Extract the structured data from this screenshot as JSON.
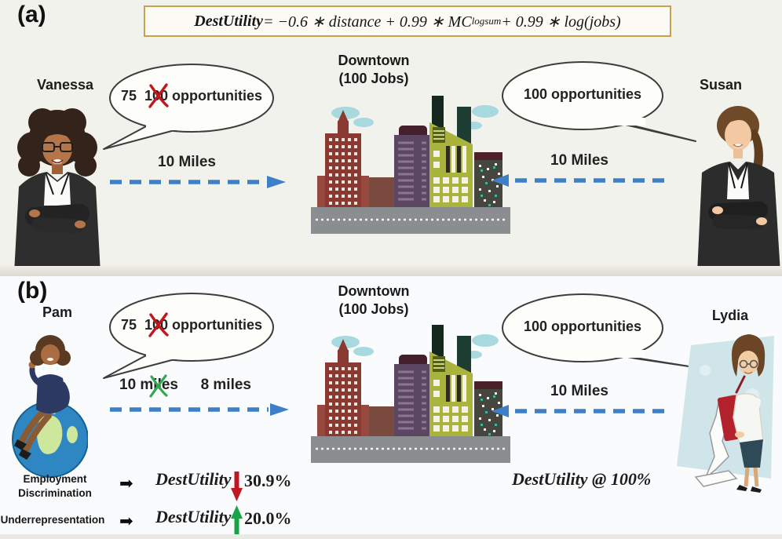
{
  "panels": {
    "a": {
      "label": "(a)",
      "formula": {
        "lead": "DestUtility",
        "mid": " = −0.6 ∗ distance + 0.99 ∗ MC",
        "sub": "logsum",
        "tail": " + 0.99 ∗ log(jobs)"
      },
      "left_person": "Vanessa",
      "left_bubble": {
        "new_value": "75",
        "old_value": "100",
        "noun": "opportunities"
      },
      "left_distance": "10 Miles",
      "destination_line1": "Downtown",
      "destination_line2": "(100 Jobs)",
      "right_bubble": "100 opportunities",
      "right_distance": "10 Miles",
      "right_person": "Susan"
    },
    "b": {
      "label": "(b)",
      "left_person": "Pam",
      "left_bubble": {
        "new_value": "75",
        "old_value": "100",
        "noun": "opportunities"
      },
      "left_distance_old": "10 miles",
      "left_distance_new": "8 miles",
      "destination_line1": "Downtown",
      "destination_line2": "(100 Jobs)",
      "right_bubble": "100 opportunities",
      "right_distance": "10 Miles",
      "right_person": "Lydia",
      "outcome_rows": [
        {
          "cause_line1": "Employment",
          "cause_line2": "Discrimination",
          "metric": "DestUtility",
          "direction": "down",
          "change": "30.9%"
        },
        {
          "cause_line1": "Underrepresentation",
          "cause_line2": "",
          "metric": "DestUtility",
          "direction": "up",
          "change": "20.0%"
        }
      ],
      "right_outcome": {
        "metric": "DestUtility",
        "rest": " @ 100%"
      }
    }
  },
  "icons": {
    "flow_arrow_glyph": "➡"
  },
  "colors": {
    "arrow_blue": "#3e80c8",
    "cross_red": "#c2161f",
    "cross_green": "#33a852",
    "decrease_red": "#c01722",
    "increase_green": "#18a348",
    "formula_border": "#c3a24b"
  }
}
